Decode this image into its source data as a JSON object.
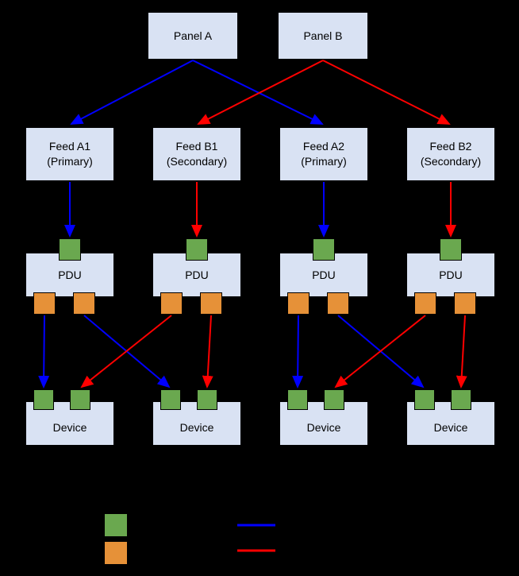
{
  "diagram": {
    "panels": [
      {
        "label": "Panel A"
      },
      {
        "label": "Panel B"
      }
    ],
    "feeds": [
      {
        "label": "Feed A1\n(Primary)"
      },
      {
        "label": "Feed B1\n(Secondary)"
      },
      {
        "label": "Feed A2\n(Primary)"
      },
      {
        "label": "Feed B2\n(Secondary)"
      }
    ],
    "pdus": [
      {
        "label": "PDU"
      },
      {
        "label": "PDU"
      },
      {
        "label": "PDU"
      },
      {
        "label": "PDU"
      }
    ],
    "devices": [
      {
        "label": "Device"
      },
      {
        "label": "Device"
      },
      {
        "label": "Device"
      },
      {
        "label": "Device"
      }
    ],
    "colors": {
      "background": "#000000",
      "node_fill": "#d9e2f3",
      "input_port_green": "#6aa84f",
      "output_port_orange": "#e69138",
      "primary_path_blue": "#0000ff",
      "secondary_path_red": "#ff0000",
      "label_text": "#000000"
    },
    "legend": {
      "swatches": [
        {
          "name": "green-input-port-square"
        },
        {
          "name": "orange-output-port-square"
        },
        {
          "name": "blue-primary-line"
        },
        {
          "name": "red-secondary-line"
        }
      ]
    }
  }
}
